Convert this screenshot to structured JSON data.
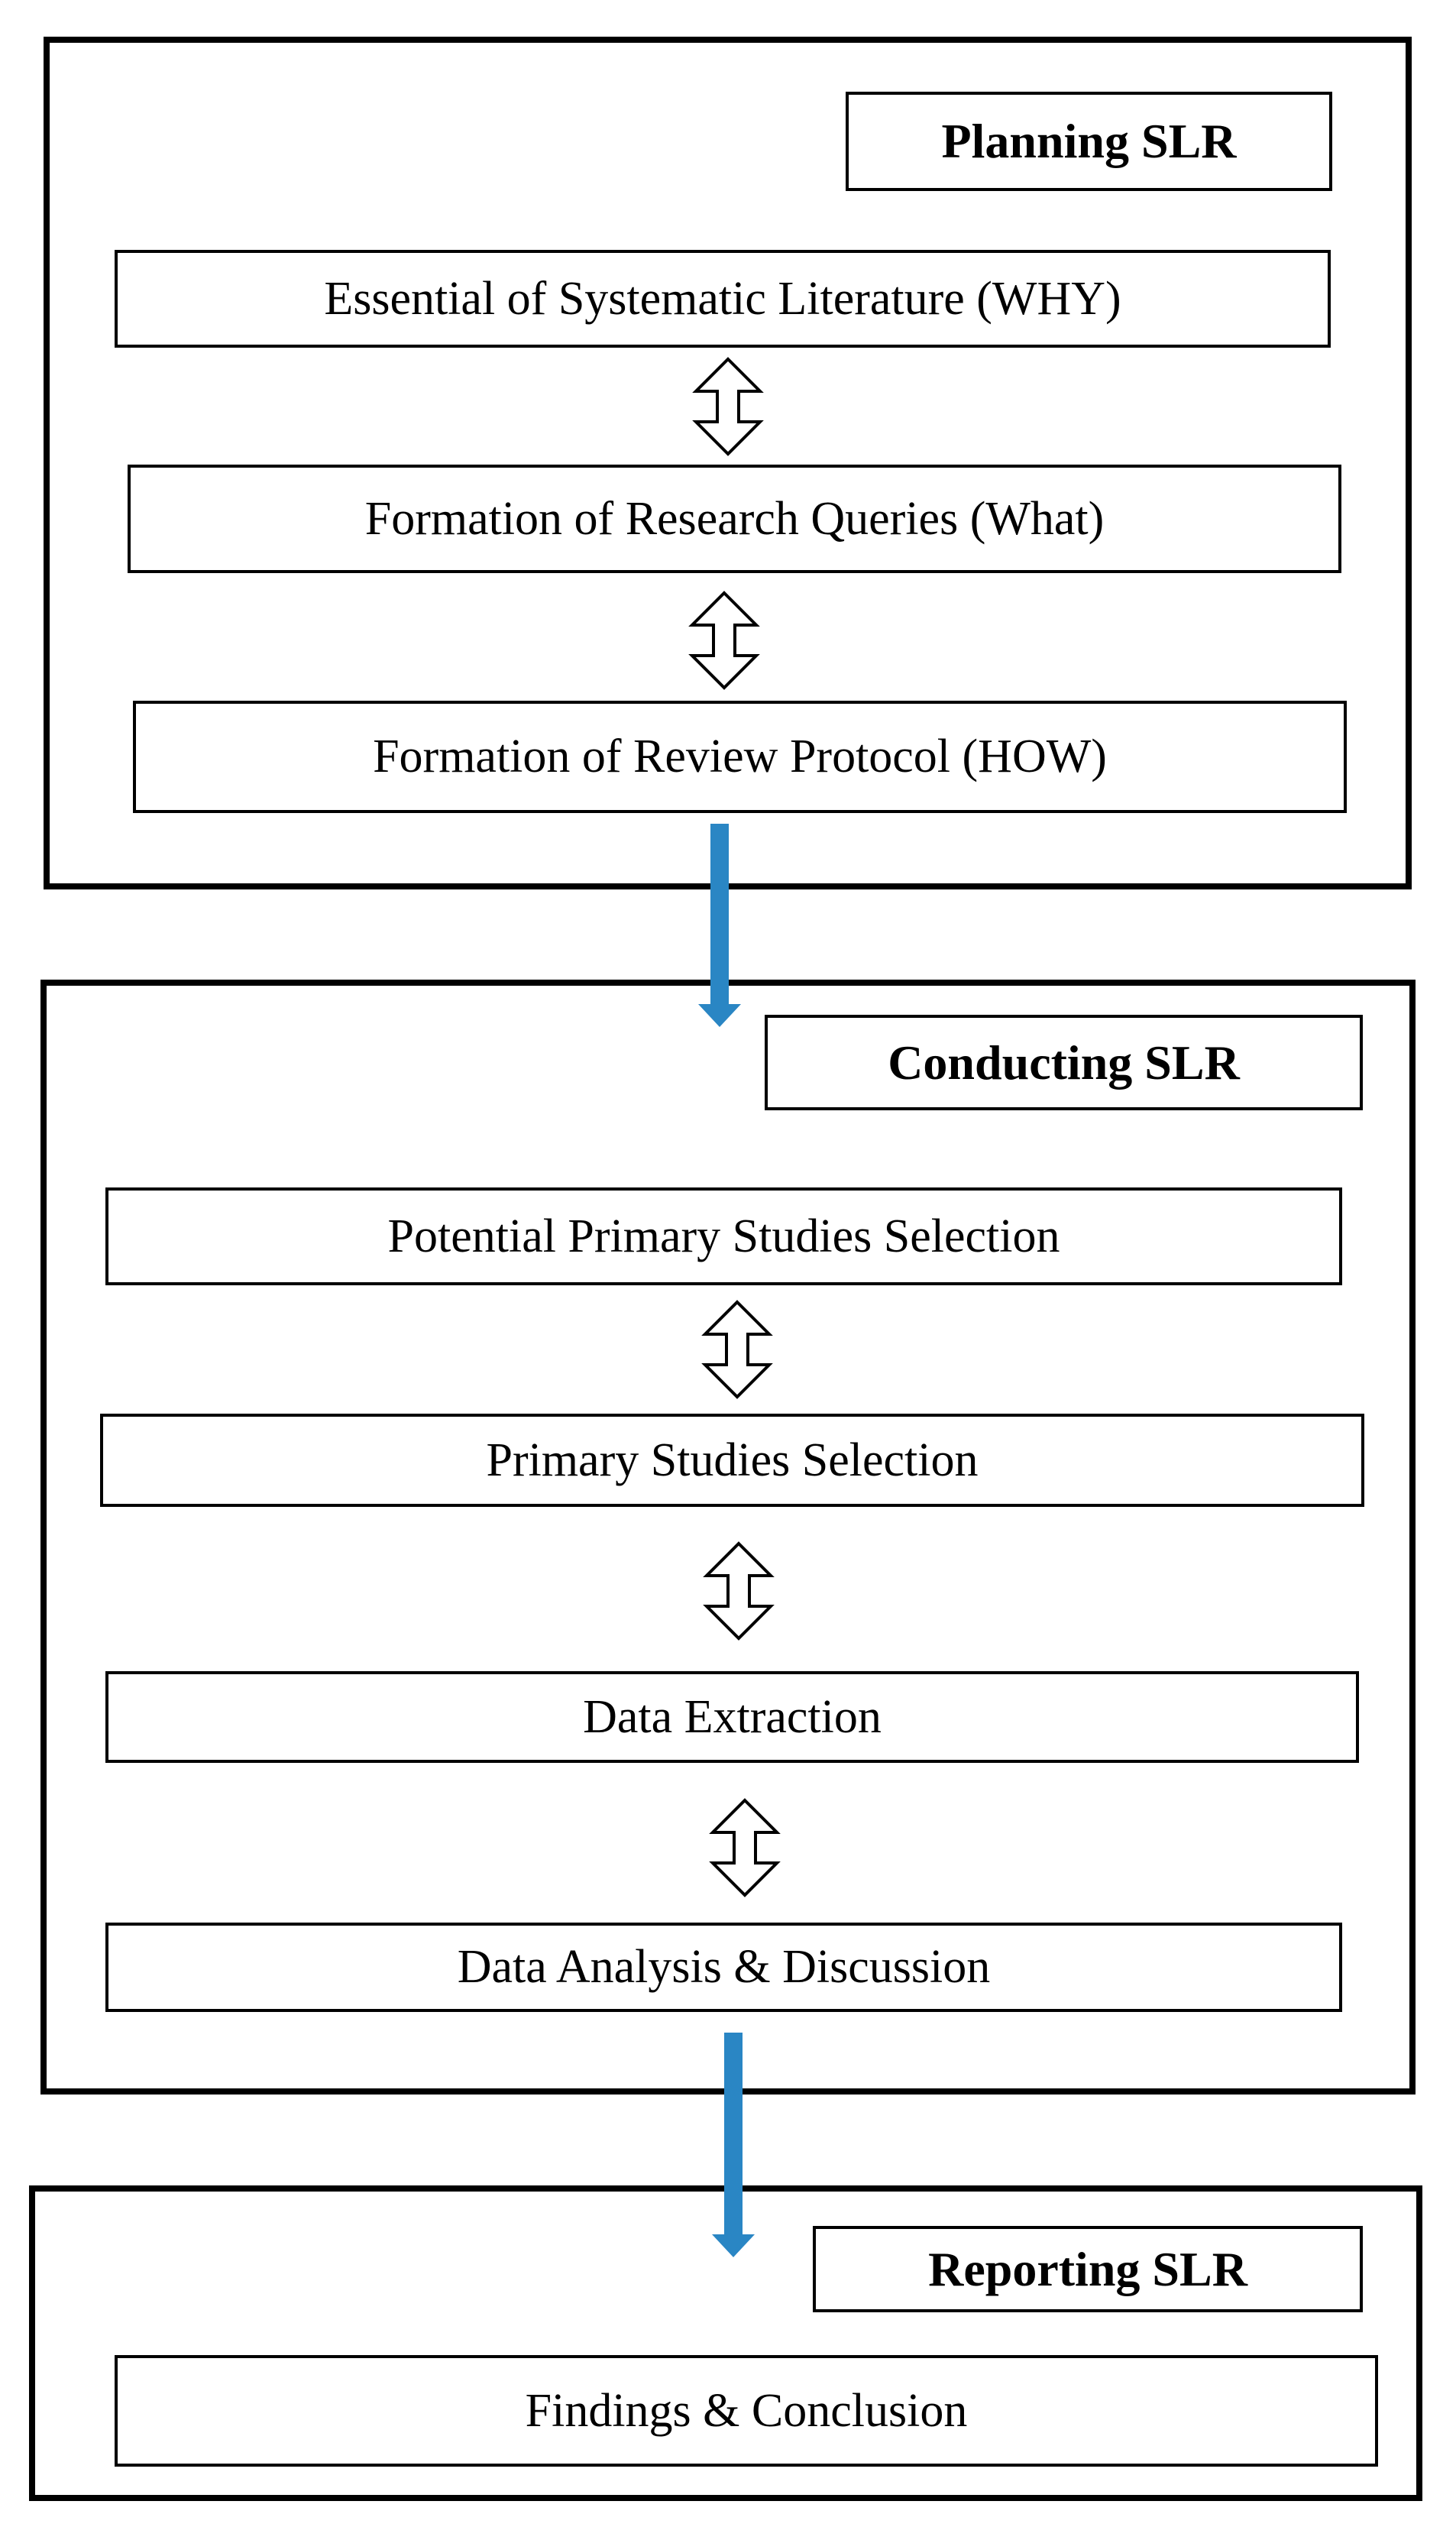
{
  "planning": {
    "title": "Planning SLR",
    "steps": [
      "Essential of Systematic Literature (WHY)",
      "Formation of Research Queries (What)",
      "Formation of Review Protocol (HOW)"
    ]
  },
  "conducting": {
    "title": "Conducting SLR",
    "steps": [
      "Potential Primary Studies Selection",
      "Primary Studies Selection",
      "Data Extraction",
      "Data Analysis & Discussion"
    ]
  },
  "reporting": {
    "title": "Reporting SLR",
    "steps": [
      "Findings & Conclusion"
    ]
  },
  "colors": {
    "flow_arrow": "#2a86c4",
    "border": "#000000"
  }
}
